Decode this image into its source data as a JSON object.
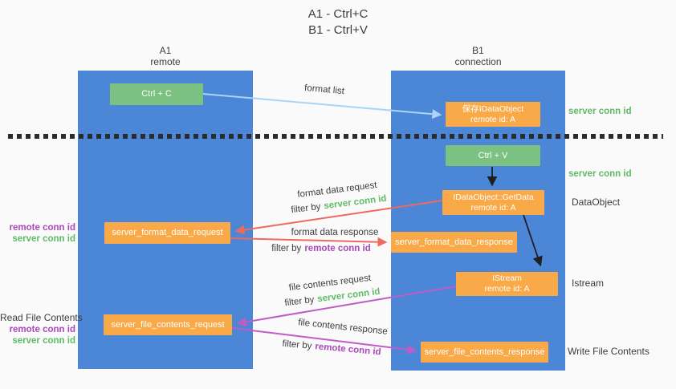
{
  "title": {
    "line1": "A1 - Ctrl+C",
    "line2": "B1 - Ctrl+V"
  },
  "colors": {
    "column_blue": "#4c86d6",
    "box_green": "#7bc181",
    "box_orange": "#f9a947",
    "arrow_red": "#ed6a5f",
    "arrow_magenta": "#c05cc5",
    "arrow_light_blue": "#a9d4f5",
    "arrow_black": "#1f1f1f",
    "label_green": "#5fba64",
    "label_purple": "#ab47bc"
  },
  "columns": {
    "left": {
      "name": "A1",
      "subtitle": "remote"
    },
    "right": {
      "name": "B1",
      "subtitle": "connection"
    }
  },
  "nodes": {
    "ctrl_c": {
      "label": "Ctrl + C"
    },
    "save_idataobject": {
      "line1": "保存IDataObject",
      "line2": "remote id: A"
    },
    "ctrl_v": {
      "label": "Ctrl + V"
    },
    "getdata": {
      "line1": "IDataObject::GetData",
      "line2": "remote id: A"
    },
    "server_format_data_request": {
      "label": "server_format_data_request"
    },
    "server_format_data_response": {
      "label": "server_format_data_response"
    },
    "istream": {
      "line1": "IStream",
      "line2": "remote id: A"
    },
    "server_file_contents_request": {
      "label": "server_file_contents_request"
    },
    "server_file_contents_response": {
      "label": "server_file_contents_response"
    }
  },
  "arrow_labels": {
    "format_list": "format list",
    "format_data_request": "format data request",
    "format_data_response": "format data response",
    "file_contents_request": "file contents request",
    "file_contents_response": "file contents response",
    "filter_by": "filter by",
    "server_conn_id": "server conn id",
    "remote_conn_id": "remote conn id"
  },
  "side_labels": {
    "server_conn_id_top": "server conn id",
    "server_conn_id_mid": "server conn id",
    "data_object": "DataObject",
    "istream": "Istream",
    "write_file_contents": "Write File Contents",
    "read_file_contents": "Read File Contents",
    "remote_conn_id_format": "remote conn id",
    "server_conn_id_format": "server conn id",
    "remote_conn_id_file": "remote conn id",
    "server_conn_id_file": "server conn id"
  }
}
